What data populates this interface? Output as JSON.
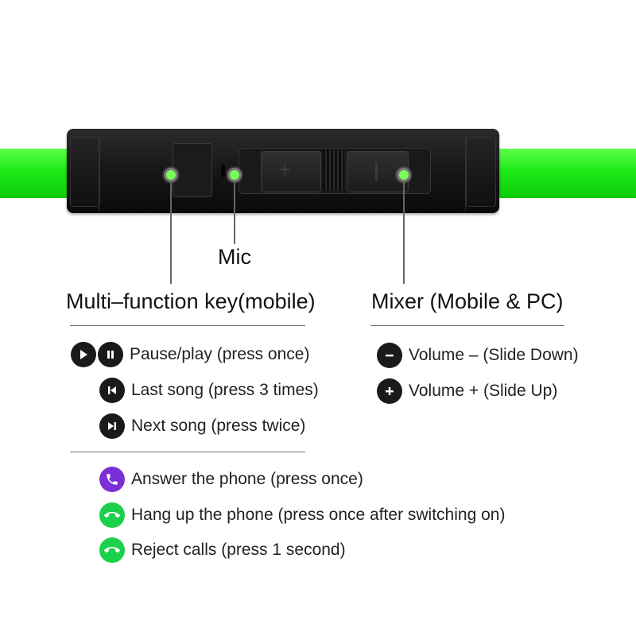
{
  "labels": {
    "mic": "Mic",
    "multifunction": "Multi–function key(mobile)",
    "mixer": "Mixer (Mobile & PC)"
  },
  "controls_left": [
    {
      "text": "Pause/play (press once)",
      "icons": [
        "play-icon",
        "pause-icon"
      ]
    },
    {
      "text": "Last song (press 3 times)",
      "icons": [
        "previous-track-icon"
      ]
    },
    {
      "text": "Next song (press twice)",
      "icons": [
        "next-track-icon"
      ]
    }
  ],
  "controls_right": [
    {
      "text": "Volume – (Slide Down)",
      "icons": [
        "minus-icon"
      ]
    },
    {
      "text": "Volume + (Slide Up)",
      "icons": [
        "plus-icon"
      ]
    }
  ],
  "calls": [
    {
      "text": "Answer the phone (press once)",
      "icons": [
        "phone-answer-icon"
      ]
    },
    {
      "text": "Hang up the phone (press once after switching on)",
      "icons": [
        "phone-hangup-icon"
      ]
    },
    {
      "text": "Reject calls (press 1 second)",
      "icons": [
        "phone-hangup-icon"
      ]
    }
  ],
  "colors": {
    "cable_green": "#1eea18",
    "indicator_dot": "#7aff5a",
    "answer_purple": "#7b2fd6",
    "hangup_green": "#1bd14a",
    "icon_dark": "#1a1a1a"
  }
}
